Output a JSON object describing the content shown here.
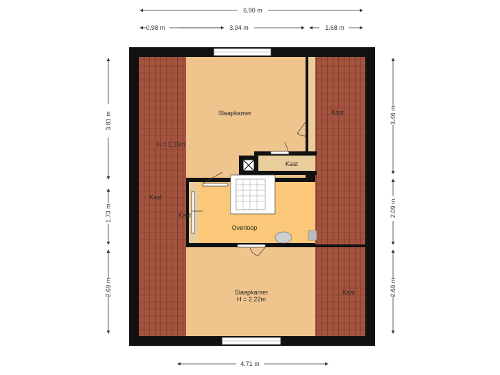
{
  "colors": {
    "wall": "#111111",
    "roof_tile": "#a4533e",
    "roof_line": "#7a3a2b",
    "bedroom_floor": "#efc48d",
    "landing_floor": "#fbc879",
    "closet_floor": "#e9cd9c",
    "stair": "#ffffff"
  },
  "dimensions": {
    "top_total": "6.90 m",
    "top_left": "0.98 m",
    "top_mid": "3.94 m",
    "top_right": "1.68 m",
    "bottom": "4.71 m",
    "left_top": "3.81 m",
    "left_mid": "1.73 m",
    "left_bottom": "2.69 m",
    "right_top": "3.46 m",
    "right_mid": "2.09 m",
    "right_bottom": "2.69 m"
  },
  "rooms": {
    "bedroom_top": "Slaapkamer",
    "height_note_top": "H = 1.35m",
    "closet_top_right": "Kast",
    "closet_small": "Kast",
    "closet_left": "Kast",
    "closet_left_inner": "Kast",
    "landing": "Overloop",
    "bedroom_bottom": "Slaapkamer",
    "height_note_bottom": "H = 2.22m",
    "closet_bottom_right": "Kast"
  },
  "icons": {
    "stairs": "stairs-icon",
    "chimney": "chimney-icon",
    "sink": "sink-icon"
  }
}
